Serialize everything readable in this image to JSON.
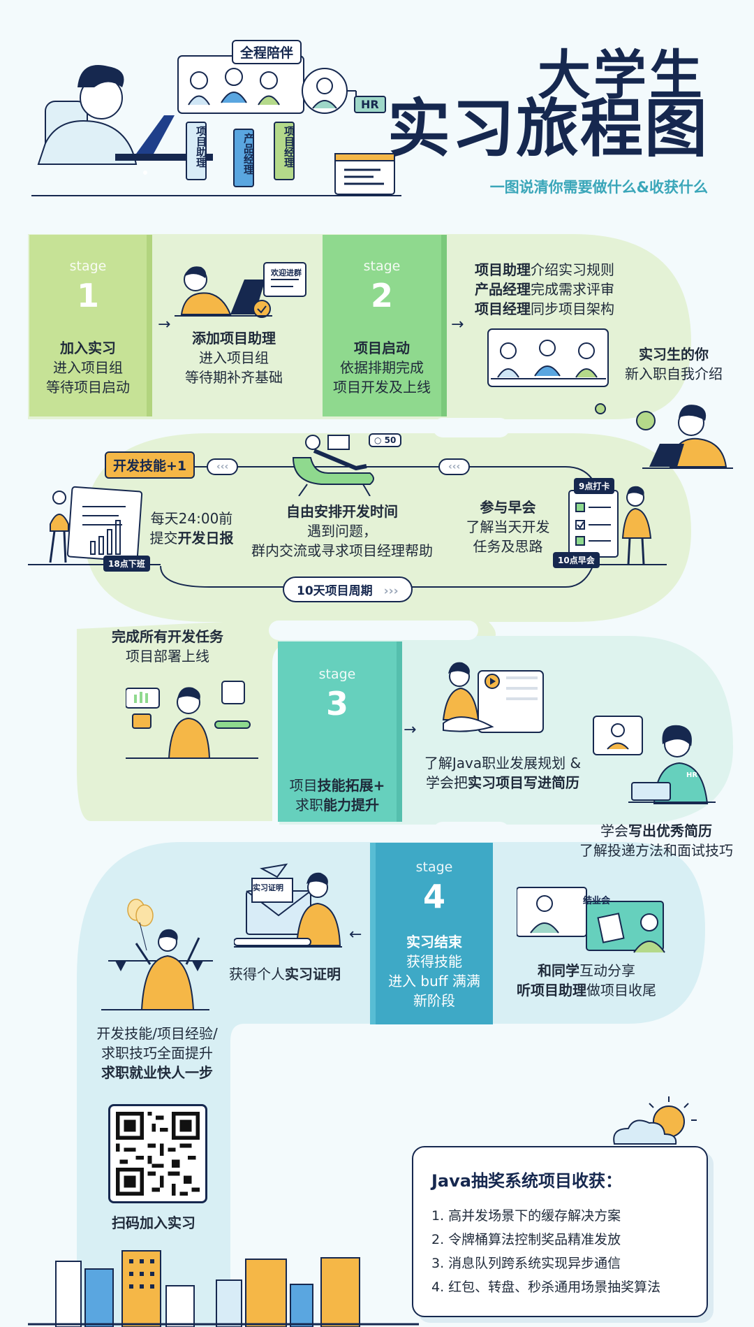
{
  "header": {
    "title_line1": "大学生",
    "title_line2": "实习旅程图",
    "subtitle": "一图说清你需要做什么&收获什么",
    "accompany_label": "全程陪伴",
    "hr_label": "HR",
    "roles": [
      "项目助理",
      "产品经理",
      "项目经理"
    ]
  },
  "stage_label": "stage",
  "stage1": {
    "number": "1",
    "title": "加入实习",
    "lines": [
      "进入项目组",
      "等待项目启动"
    ]
  },
  "step_add_assistant": {
    "badge": "欢迎进群",
    "title": "添加项目助理",
    "lines": [
      "进入项目组",
      "等待期补齐基础"
    ]
  },
  "stage2": {
    "number": "2",
    "title": "项目启动",
    "lines": [
      "依据排期完成",
      "项目开发及上线"
    ]
  },
  "kickoff": {
    "lines": [
      {
        "bold": "项目助理",
        "rest": "介绍实习规则"
      },
      {
        "bold": "产品经理",
        "rest": "完成需求评审"
      },
      {
        "bold": "项目经理",
        "rest": "同步项目架构"
      }
    ],
    "intern_title": "实习生的你",
    "intern_line": "新入职自我介绍"
  },
  "cycle": {
    "skill_badge": "开发技能+1",
    "report_line1": "每天24:00前",
    "report_line2_pre": "提交",
    "report_line2_bold": "开发日报",
    "off_work_tag": "18点下班",
    "free_time_title": "自由安排开发时间",
    "free_time_lines": [
      "遇到问题，",
      "群内交流或寻求项目经理帮助"
    ],
    "chat_count": "50",
    "standup_title": "参与早会",
    "standup_lines": [
      "了解当天开发",
      "任务及思路"
    ],
    "checkin_tag": "9点打卡",
    "morning_tag": "10点早会",
    "period_pill": "10天项目周期"
  },
  "deploy": {
    "title": "完成所有开发任务",
    "line": "项目部署上线"
  },
  "stage3": {
    "number": "3",
    "line1_pre": "项目",
    "line1_bold": "技能拓展+",
    "line2_pre": "求职",
    "line2_bold": "能力提升"
  },
  "career": {
    "line1": "了解Java职业发展规划 &",
    "line2_pre": "学会把",
    "line2_bold": "实习项目写进简历"
  },
  "resume": {
    "line1_pre": "学会",
    "line1_bold": "写出优秀简历",
    "line2": "了解投递方法和面试技巧",
    "hr_shirt": "HR"
  },
  "stage4": {
    "number": "4",
    "title": "实习结束",
    "lines": [
      "获得技能",
      "进入 buff 满满",
      "新阶段"
    ]
  },
  "closing": {
    "badge": "结业会",
    "line1_bold": "和同学",
    "line1_rest": "互动分享",
    "line2_bold": "听项目助理",
    "line2_rest": "做项目收尾"
  },
  "certificate": {
    "badge": "实习证明",
    "line_pre": "获得个人",
    "line_bold": "实习证明"
  },
  "final": {
    "line1": "开发技能/项目经验/",
    "line2": "求职技巧全面提升",
    "line3": "求职就业快人一步"
  },
  "qr_caption": "扫码加入实习",
  "summary": {
    "title": "Java抽奖系统项目收获：",
    "items": [
      "1.  高并发场景下的缓存解决方案",
      "2.  令牌桶算法控制奖品精准发放",
      "3.  消息队列跨系统实现异步通信",
      "4.  红包、转盘、秒杀通用场景抽奖算法"
    ]
  },
  "colors": {
    "navy": "#16284f",
    "stage1": "#c6e296",
    "stage2": "#8fd98e",
    "stage3": "#66d0bd",
    "stage4": "#3ea9c6",
    "accent": "#f5b747",
    "subtitle": "#3aa6b9"
  }
}
